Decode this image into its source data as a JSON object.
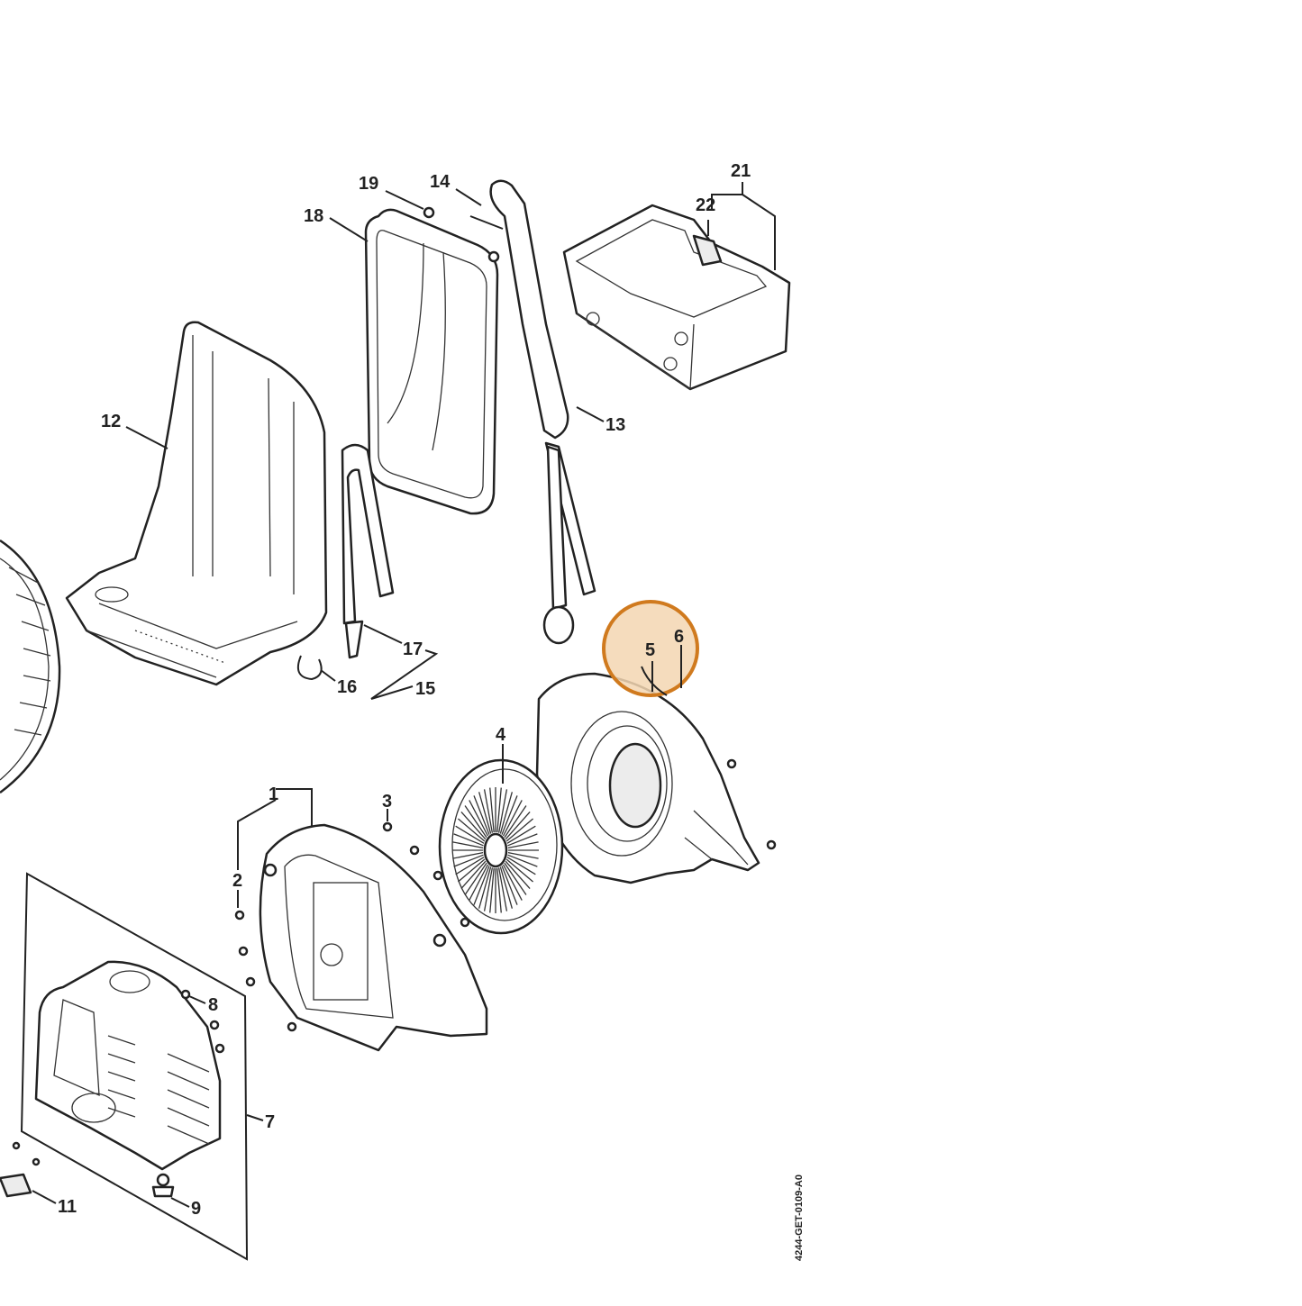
{
  "callouts": [
    {
      "id": "c19",
      "label": "19"
    },
    {
      "id": "c14",
      "label": "14"
    },
    {
      "id": "c18",
      "label": "18"
    },
    {
      "id": "c21",
      "label": "21"
    },
    {
      "id": "c22",
      "label": "22"
    },
    {
      "id": "c12",
      "label": "12"
    },
    {
      "id": "c13",
      "label": "13"
    },
    {
      "id": "c17",
      "label": "17"
    },
    {
      "id": "c16",
      "label": "16"
    },
    {
      "id": "c15",
      "label": "15"
    },
    {
      "id": "c5",
      "label": "5"
    },
    {
      "id": "c6",
      "label": "6"
    },
    {
      "id": "c4",
      "label": "4"
    },
    {
      "id": "c1",
      "label": "1"
    },
    {
      "id": "c3",
      "label": "3"
    },
    {
      "id": "c2",
      "label": "2"
    },
    {
      "id": "c8",
      "label": "8"
    },
    {
      "id": "c7",
      "label": "7"
    },
    {
      "id": "c11",
      "label": "11"
    },
    {
      "id": "c9",
      "label": "9"
    }
  ],
  "drawing_code": "4244-GET-0109-A0",
  "highlight": {
    "color": "#d07a1e",
    "fill": "#f3d6b2",
    "target_parts": [
      "5",
      "6"
    ]
  }
}
